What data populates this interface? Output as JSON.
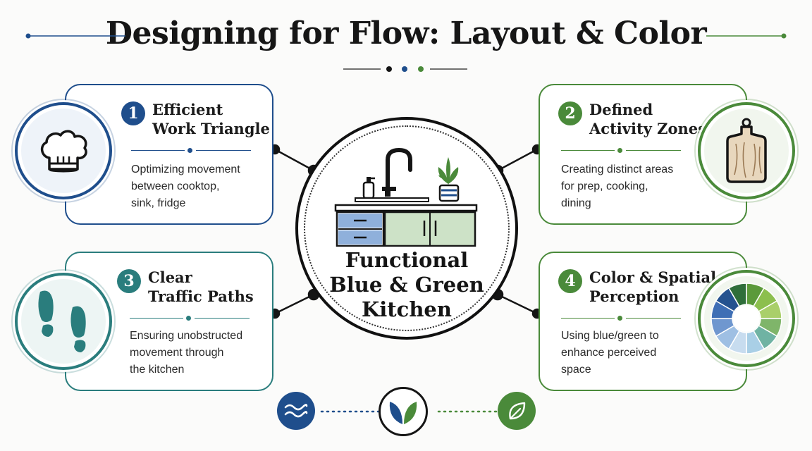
{
  "title": "Designing for Flow: Layout & Color",
  "center": {
    "title": "Functional\nBlue & Green\nKitchen"
  },
  "cards": [
    {
      "number": "1",
      "title": "Efficient\nWork Triangle",
      "description": "Optimizing movement\nbetween cooktop,\nsink, fridge",
      "icon": "chef-hat-icon",
      "color": "#1f4e8c"
    },
    {
      "number": "2",
      "title": "Defined\nActivity Zones",
      "description": "Creating distinct areas\nfor prep, cooking,\ndining",
      "icon": "cutting-board-icon",
      "color": "#4a8a3a"
    },
    {
      "number": "3",
      "title": "Clear\nTraffic Paths",
      "description": "Ensuring unobstructed\nmovement through\nthe kitchen",
      "icon": "footprints-icon",
      "color": "#2a7d7d"
    },
    {
      "number": "4",
      "title": "Color & Spatial\nPerception",
      "description": "Using blue/green to\nenhance perceived\nspace",
      "icon": "color-wheel-icon",
      "color": "#4a8a3a"
    }
  ],
  "bottom_icons": [
    "water-waves-icon",
    "leaves-icon",
    "leaf-icon"
  ],
  "colors": {
    "blue": "#1f4e8c",
    "green": "#4a8a3a",
    "teal": "#2a7d7d",
    "dark": "#151515"
  }
}
